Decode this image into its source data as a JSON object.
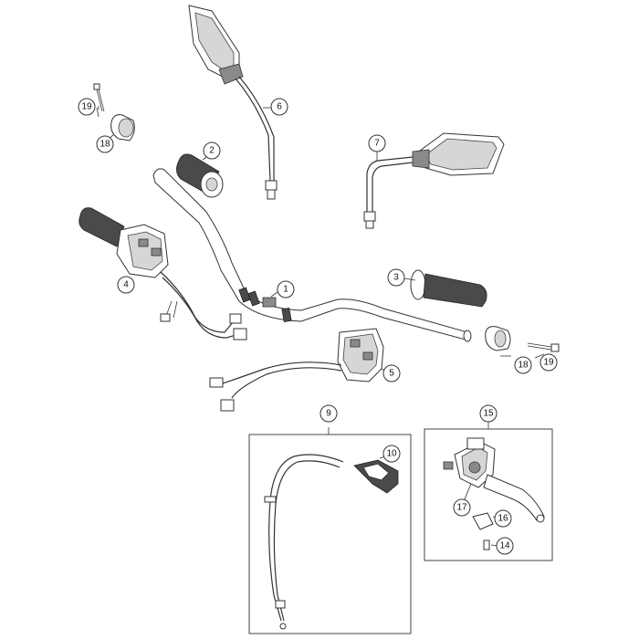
{
  "callouts": {
    "c1": "1",
    "c2": "2",
    "c3": "3",
    "c4": "4",
    "c5": "5",
    "c6": "6",
    "c7": "7",
    "c9": "9",
    "c10": "10",
    "c14": "14",
    "c15": "15",
    "c16": "16",
    "c17": "17",
    "c18a": "18",
    "c18b": "18",
    "c19a": "19",
    "c19b": "19"
  }
}
